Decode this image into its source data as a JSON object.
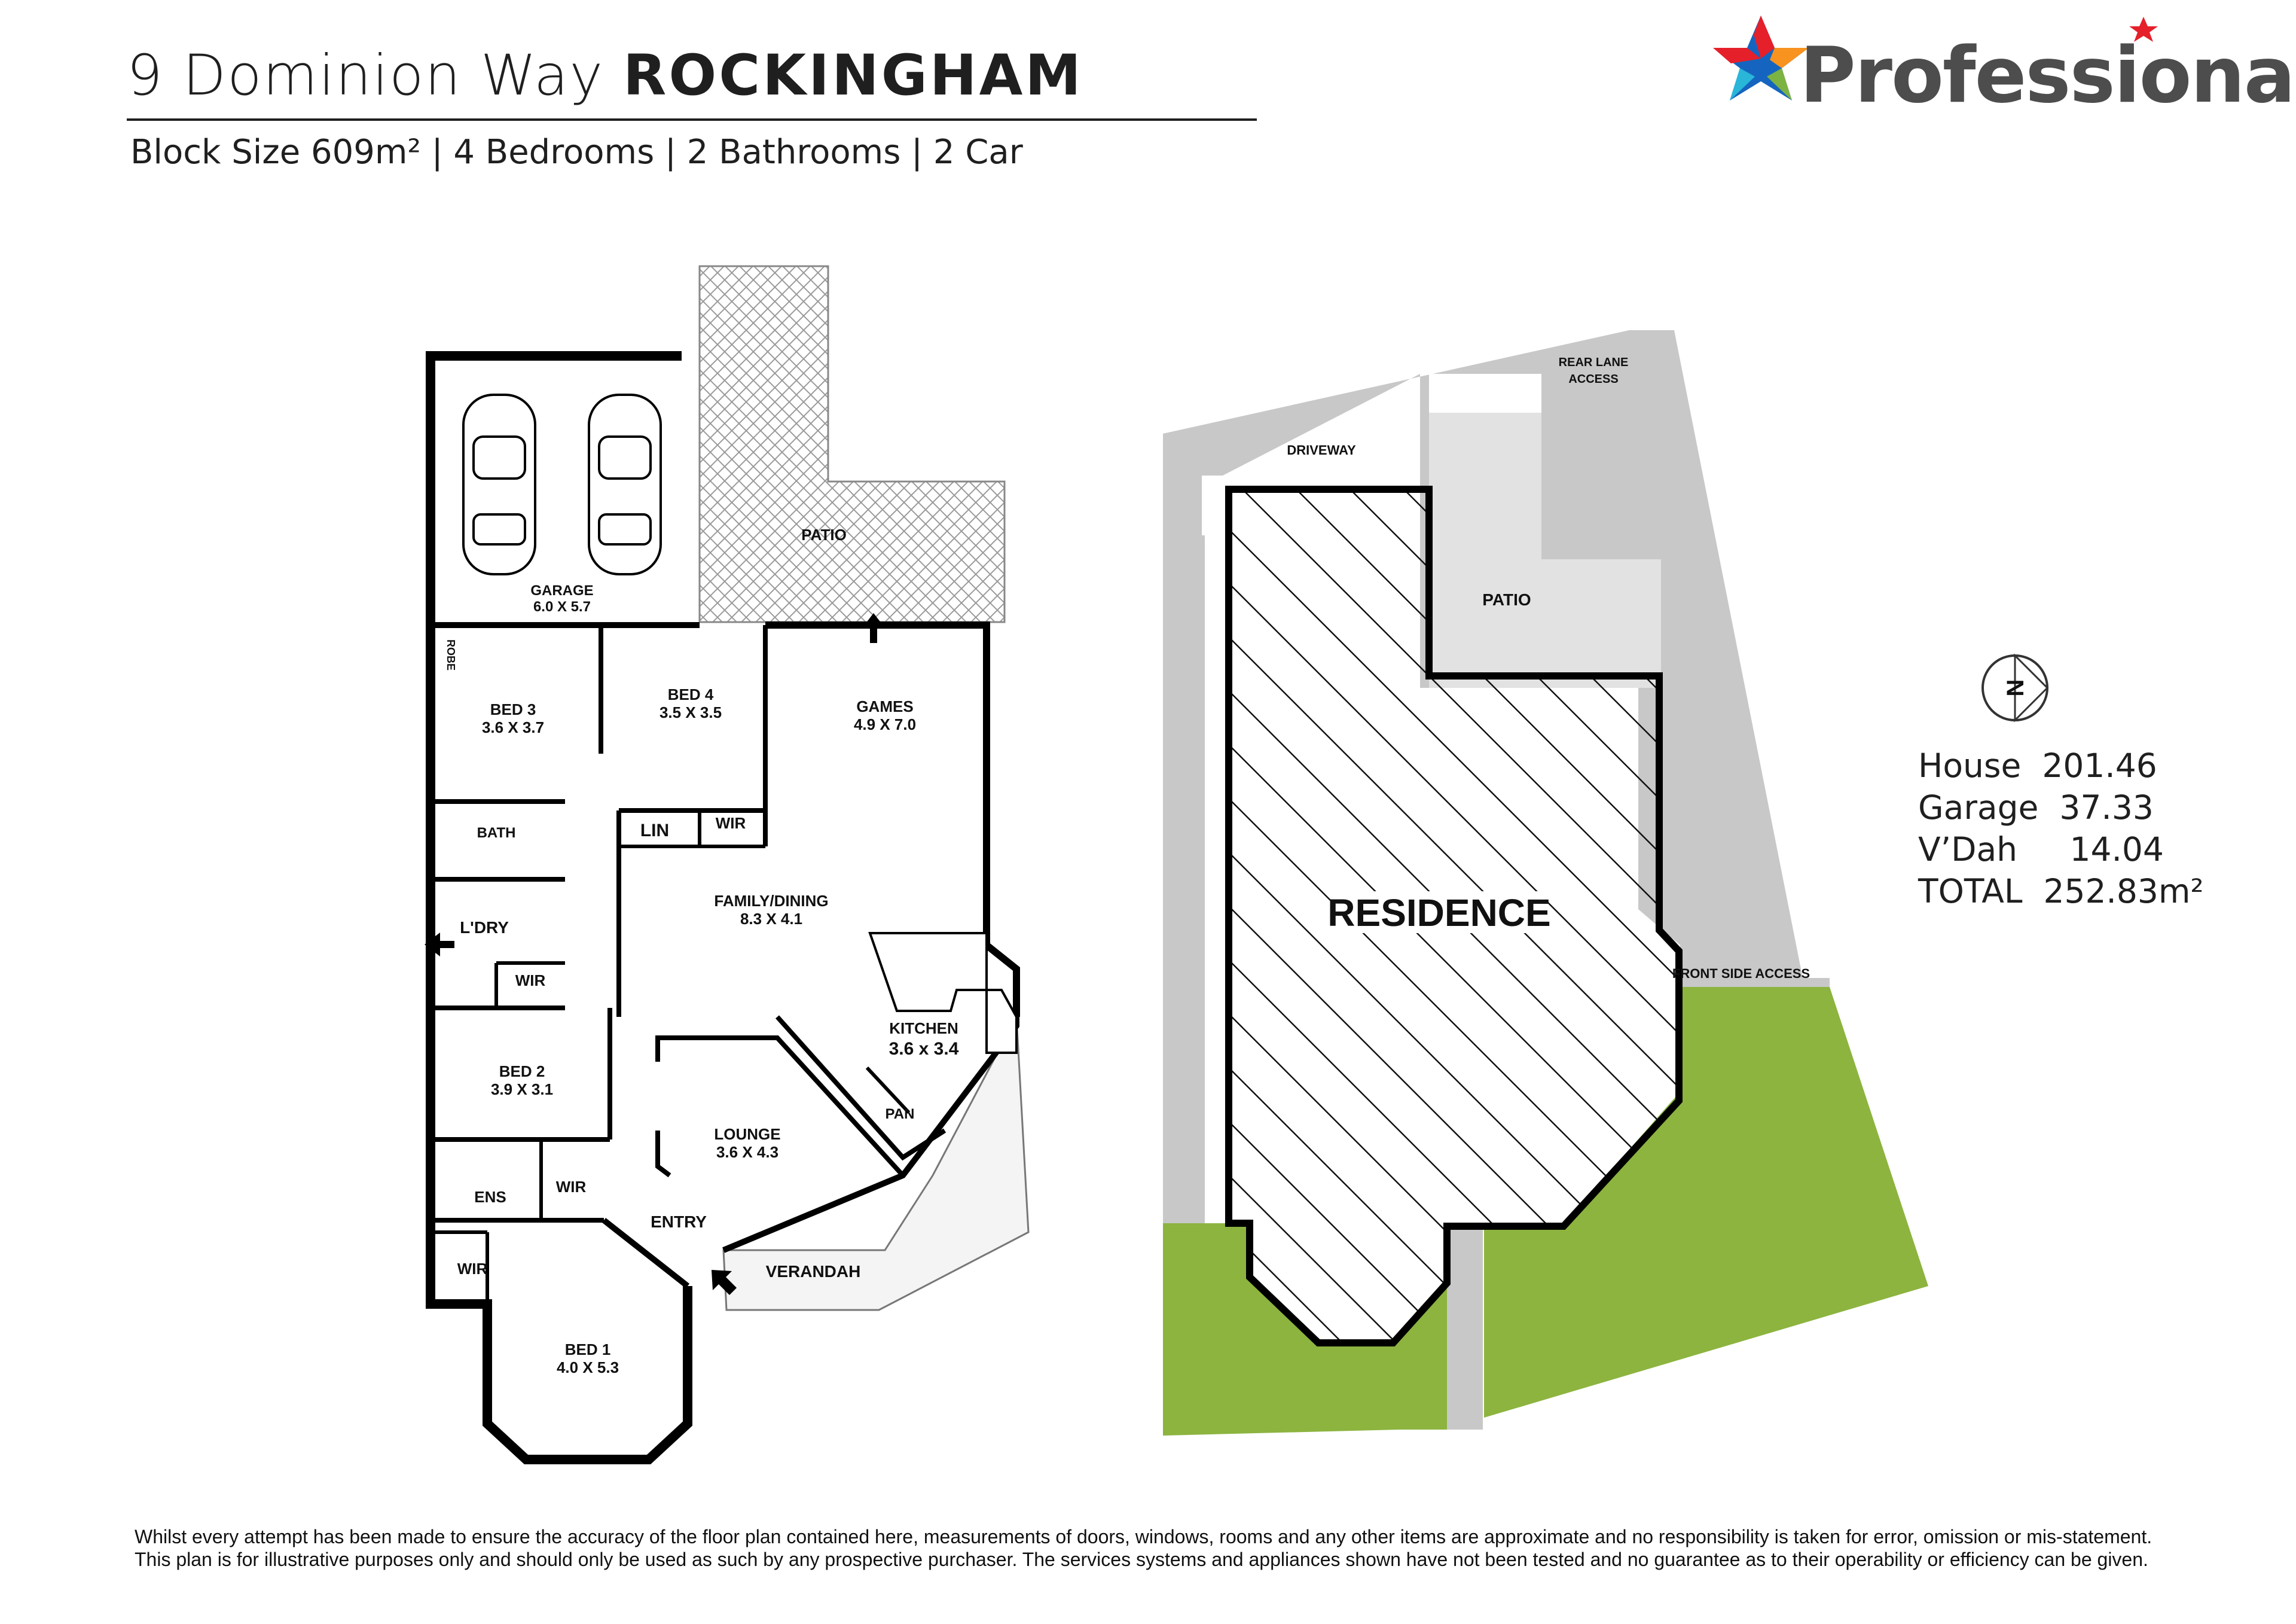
{
  "header": {
    "address": "9 Dominion Way",
    "suburb": "ROCKINGHAM",
    "specs": "Block Size 609m² | 4 Bedrooms | 2 Bathrooms | 2 Car"
  },
  "brand": {
    "name": "Professionals",
    "colors": {
      "red": "#e5202a",
      "blue": "#1565c0",
      "green": "#7cb342",
      "orange": "#f7931e",
      "cyan": "#29b6d8",
      "text": "#4d4d4d"
    }
  },
  "floor_plan": {
    "rooms": [
      {
        "name": "GARAGE",
        "size": "6.0 X 5.7"
      },
      {
        "name": "PATIO",
        "size": ""
      },
      {
        "name": "ROBE",
        "size": ""
      },
      {
        "name": "BED 3",
        "size": "3.6 X 3.7"
      },
      {
        "name": "BED 4",
        "size": "3.5 X 3.5"
      },
      {
        "name": "GAMES",
        "size": "4.9 X 7.0"
      },
      {
        "name": "BATH",
        "size": ""
      },
      {
        "name": "LIN",
        "size": ""
      },
      {
        "name": "WIR",
        "size": ""
      },
      {
        "name": "L'DRY",
        "size": ""
      },
      {
        "name": "FAMILY/DINING",
        "size": "8.3 X 4.1"
      },
      {
        "name": "KITCHEN",
        "size": "3.6 x 3.4"
      },
      {
        "name": "BED 2",
        "size": "3.9 X 3.1"
      },
      {
        "name": "PAN",
        "size": ""
      },
      {
        "name": "LOUNGE",
        "size": "3.6 X 4.3"
      },
      {
        "name": "ENS",
        "size": ""
      },
      {
        "name": "ENTRY",
        "size": ""
      },
      {
        "name": "VERANDAH",
        "size": ""
      },
      {
        "name": "BED 1",
        "size": "4.0 X 5.3"
      }
    ]
  },
  "site_plan": {
    "labels": {
      "rear_lane": "REAR LANE",
      "access": "ACCESS",
      "driveway": "DRIVEWAY",
      "patio": "PATIO",
      "residence": "RESIDENCE",
      "front_side_access": "FRONT SIDE ACCESS"
    },
    "colors": {
      "lawn": "#8cb43f",
      "paving": "#c8c8c8",
      "patio": "#e2e2e2"
    },
    "compass": "N"
  },
  "areas": [
    {
      "label": "House",
      "value": "201.46"
    },
    {
      "label": "Garage",
      "value": "37.33"
    },
    {
      "label": "V’Dah",
      "value": "14.04"
    },
    {
      "label": "TOTAL",
      "value": "252.83m²"
    }
  ],
  "disclaimer": {
    "line1": "Whilst every attempt has been made to ensure the accuracy of the floor plan contained here, measurements of doors, windows, rooms and any other items are approximate and no responsibility is taken for error, omission or mis-statement.",
    "line2": "This plan is for illustrative purposes only and should only be used as such by any prospective purchaser. The services systems and appliances shown have not been tested and no guarantee as to their operability or efficiency can be given."
  }
}
